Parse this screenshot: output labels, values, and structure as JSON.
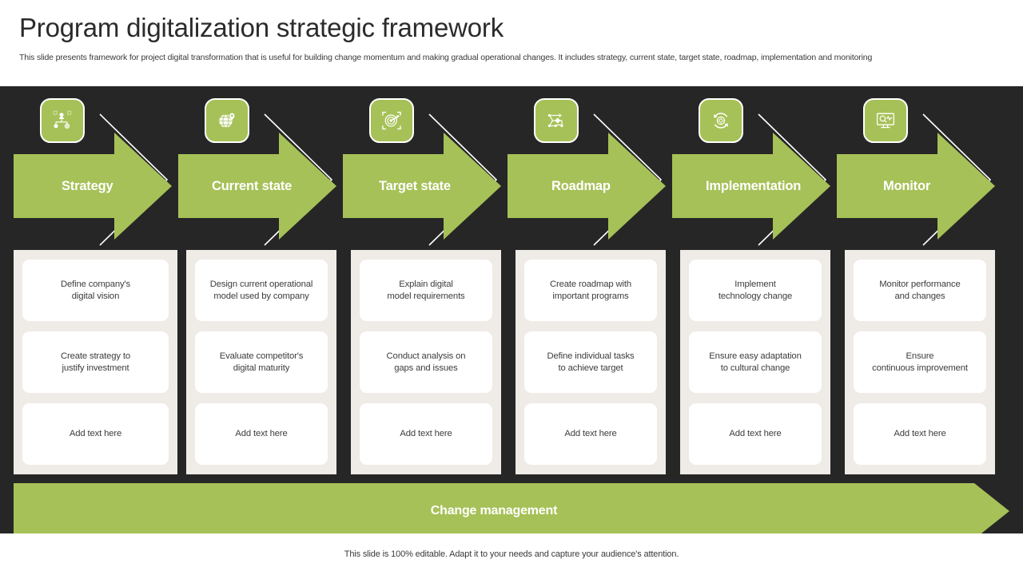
{
  "header": {
    "title": "Program digitalization strategic framework",
    "subtitle": "This slide presents framework for project digital transformation that is useful for building change momentum and making gradual operational changes. It includes strategy, current state, target state, roadmap, implementation and monitoring"
  },
  "theme": {
    "green": "#a6c157",
    "dark": "#262626",
    "column_bg": "#efebe6",
    "card_bg": "#ffffff",
    "label_color": "#ffffff"
  },
  "steps": [
    {
      "label": "Strategy",
      "icon": "strategy-chess-network-icon",
      "cards": [
        "Define company's\ndigital vision",
        "Create strategy to\njustify investment",
        "Add text here"
      ]
    },
    {
      "label": "Current state",
      "icon": "globe-location-pin-icon",
      "cards": [
        "Design current operational\nmodel used by company",
        "Evaluate competitor's\ndigital maturity",
        "Add text here"
      ]
    },
    {
      "label": "Target state",
      "icon": "target-bullseye-arrow-icon",
      "cards": [
        "Explain digital\nmodel requirements",
        "Conduct analysis on\ngaps and issues",
        "Add text here"
      ]
    },
    {
      "label": "Roadmap",
      "icon": "roadmap-flow-diagram-icon",
      "cards": [
        "Create roadmap with\nimportant programs",
        "Define individual tasks\nto achieve target",
        "Add text here"
      ]
    },
    {
      "label": "Implementation",
      "icon": "circular-arrows-gear-icon",
      "cards": [
        "Implement\ntechnology change",
        "Ensure easy adaptation\nto cultural change",
        "Add text here"
      ]
    },
    {
      "label": "Monitor",
      "icon": "monitor-magnifier-chart-icon",
      "cards": [
        "Monitor performance\nand changes",
        "Ensure\ncontinuous improvement",
        "Add text here"
      ]
    }
  ],
  "banner": {
    "label": "Change management"
  },
  "footer": {
    "text": "This slide is 100% editable. Adapt it to your needs and capture your audience's attention."
  }
}
